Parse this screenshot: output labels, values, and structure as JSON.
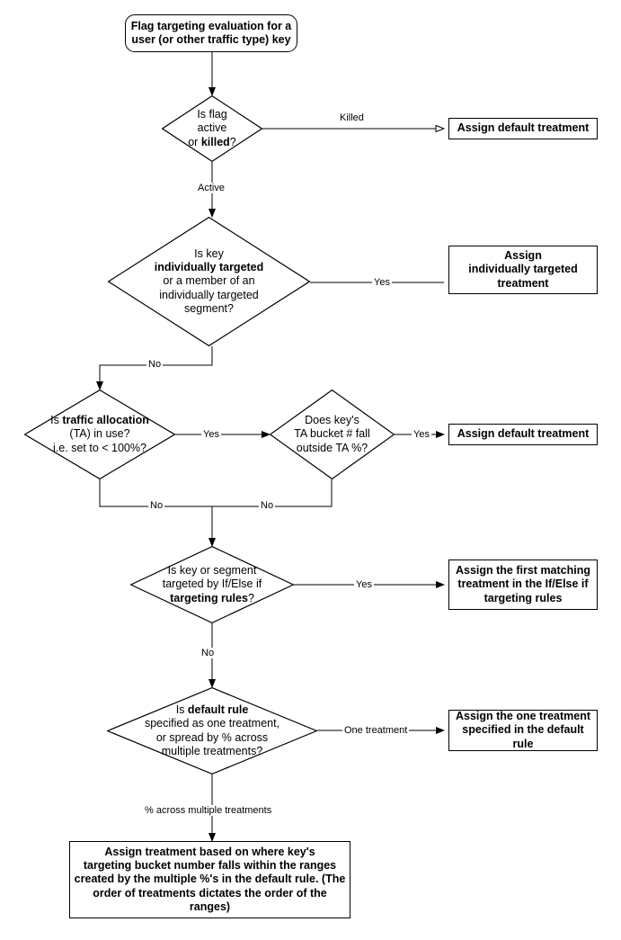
{
  "diagram": {
    "title": "Flag targeting evaluation flowchart",
    "type": "flowchart",
    "colors": {
      "stroke": "#000000",
      "fill": "#ffffff",
      "text": "#000000"
    }
  },
  "nodes": {
    "start": {
      "shape": "rounded-rectangle",
      "text": "Flag targeting evaluation for a user (or other traffic type) key"
    },
    "d_flag_active": {
      "shape": "diamond",
      "line1": "Is flag",
      "line2": "active",
      "line3_prefix": "or ",
      "line3_bold": "killed",
      "line3_suffix": "?"
    },
    "p_default_killed": {
      "shape": "rectangle",
      "text": "Assign default treatment"
    },
    "d_individually_targeted": {
      "shape": "diamond",
      "line1": "Is key",
      "line2_bold": "individually targeted",
      "line3": "or a member of an",
      "line4": "individually targeted",
      "line5": "segment?"
    },
    "p_individually_targeted": {
      "shape": "rectangle",
      "line1": "Assign",
      "line2": "individually targeted",
      "line3": "treatment"
    },
    "d_traffic_allocation": {
      "shape": "diamond",
      "line1_prefix": "Is ",
      "line1_bold": "traffic allocation",
      "line2": "(TA) in use?",
      "line3": "i.e. set to < 100%?"
    },
    "d_ta_bucket": {
      "shape": "diamond",
      "line1": "Does key's",
      "line2": "TA bucket # fall",
      "line3": "outside TA %?"
    },
    "p_default_ta": {
      "shape": "rectangle",
      "text": "Assign default treatment"
    },
    "d_targeting_rules": {
      "shape": "diamond",
      "line1": "Is key or segment",
      "line2": "targeted by If/Else if",
      "line3_bold": "targeting rules",
      "line3_suffix": "?"
    },
    "p_first_matching": {
      "shape": "rectangle",
      "line1": "Assign the first matching",
      "line2": "treatment in the If/Else if",
      "line3": "targeting rules"
    },
    "d_default_rule": {
      "shape": "diamond",
      "line1_prefix": "Is ",
      "line1_bold": "default rule",
      "line2": "specified as one treatment,",
      "line3": "or spread by % across",
      "line4": "multiple treatments?"
    },
    "p_one_treatment": {
      "shape": "rectangle",
      "line1": "Assign the one treatment",
      "line2": "specified in the default rule"
    },
    "p_percent_spread": {
      "shape": "rectangle",
      "line1": "Assign treatment based on where key's",
      "line2": "targeting bucket number falls within the ranges",
      "line3": "created by the multiple %'s in the default rule. (The",
      "line4": "order of treatments dictates the order of the ranges)"
    }
  },
  "edge_labels": {
    "killed": "Killed",
    "active": "Active",
    "yes_individual": "Yes",
    "no_individual": "No",
    "yes_ta": "Yes",
    "yes_bucket": "Yes",
    "no_ta": "No",
    "no_bucket": "No",
    "yes_rules": "Yes",
    "no_rules": "No",
    "one_treatment": "One treatment",
    "percent_across": "% across multiple treatments"
  }
}
